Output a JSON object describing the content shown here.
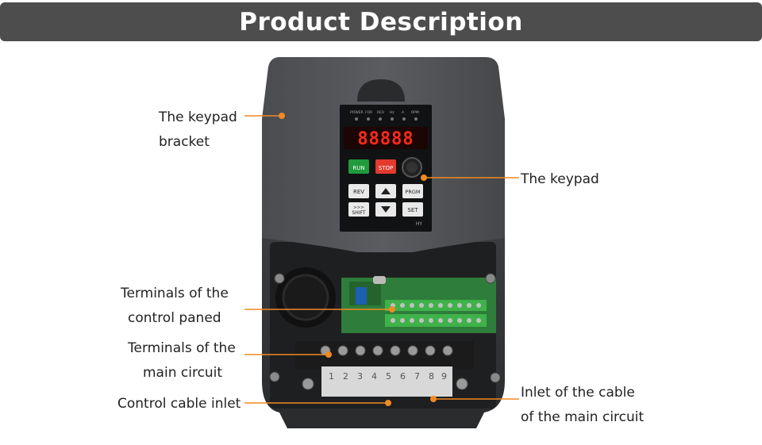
{
  "header": {
    "title": "Product Description"
  },
  "callouts": {
    "keypad_bracket": {
      "line1": "The keypad",
      "line2": "bracket"
    },
    "keypad": {
      "line1": "The keypad"
    },
    "control_terminals": {
      "line1": "Terminals of the",
      "line2": "control paned"
    },
    "main_terminals": {
      "line1": "Terminals of the",
      "line2": "main circuit"
    },
    "control_cable_inlet": {
      "line1": "Control cable inlet"
    },
    "main_cable_inlet": {
      "line1": "Inlet of the cable",
      "line2": "of the main circuit"
    }
  },
  "keypad": {
    "leds": [
      "POWER",
      "FOR",
      "REV",
      "Hz",
      "A",
      "RPM"
    ],
    "display": "88888",
    "buttons": {
      "run": "RUN",
      "stop": "STOP",
      "rev": "REV",
      "prgm": "PRGM",
      "shift": "SHIFT",
      "shift_symbol": ">>>",
      "set": "SET"
    },
    "brand": "HY"
  },
  "terminal_strip": {
    "numbers": [
      "1",
      "2",
      "3",
      "4",
      "5",
      "6",
      "7",
      "8",
      "9"
    ]
  },
  "colors": {
    "banner": "#4d4d4d",
    "callout_line": "#f08a24",
    "run": "#1f9a3c",
    "stop": "#e23b2e",
    "display": "#ff2a1a",
    "pcb": "#2f7d3a",
    "terminal_green": "#3fb24a"
  }
}
